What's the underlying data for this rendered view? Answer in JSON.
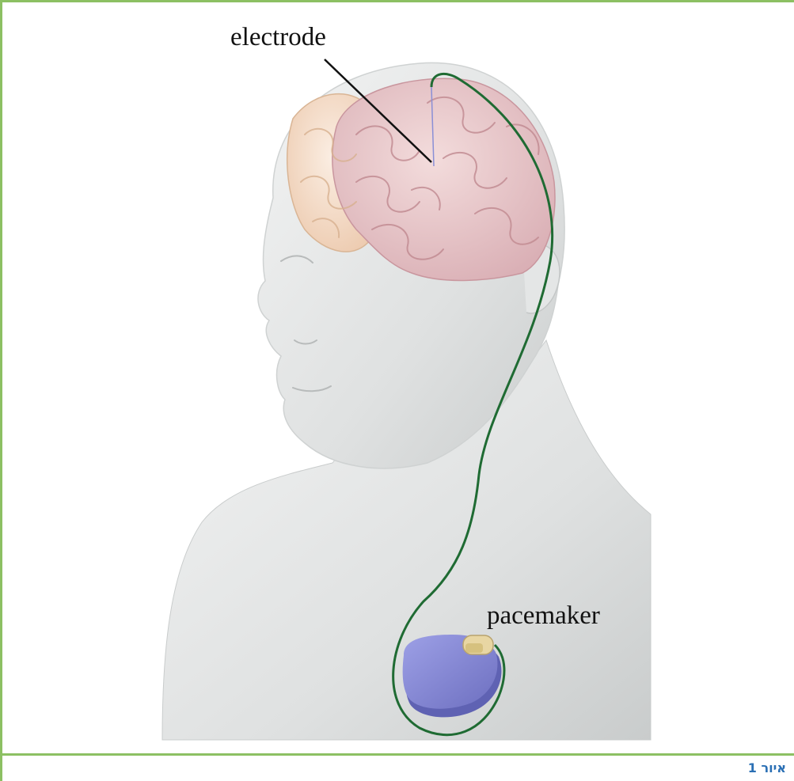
{
  "labels": {
    "electrode": "electrode",
    "pacemaker": "pacemaker"
  },
  "caption": "איור 1",
  "colors": {
    "frame": "#8cc063",
    "wire": "#1f6b33",
    "device": "#8a8cd6",
    "caption": "#2a6fb4"
  }
}
